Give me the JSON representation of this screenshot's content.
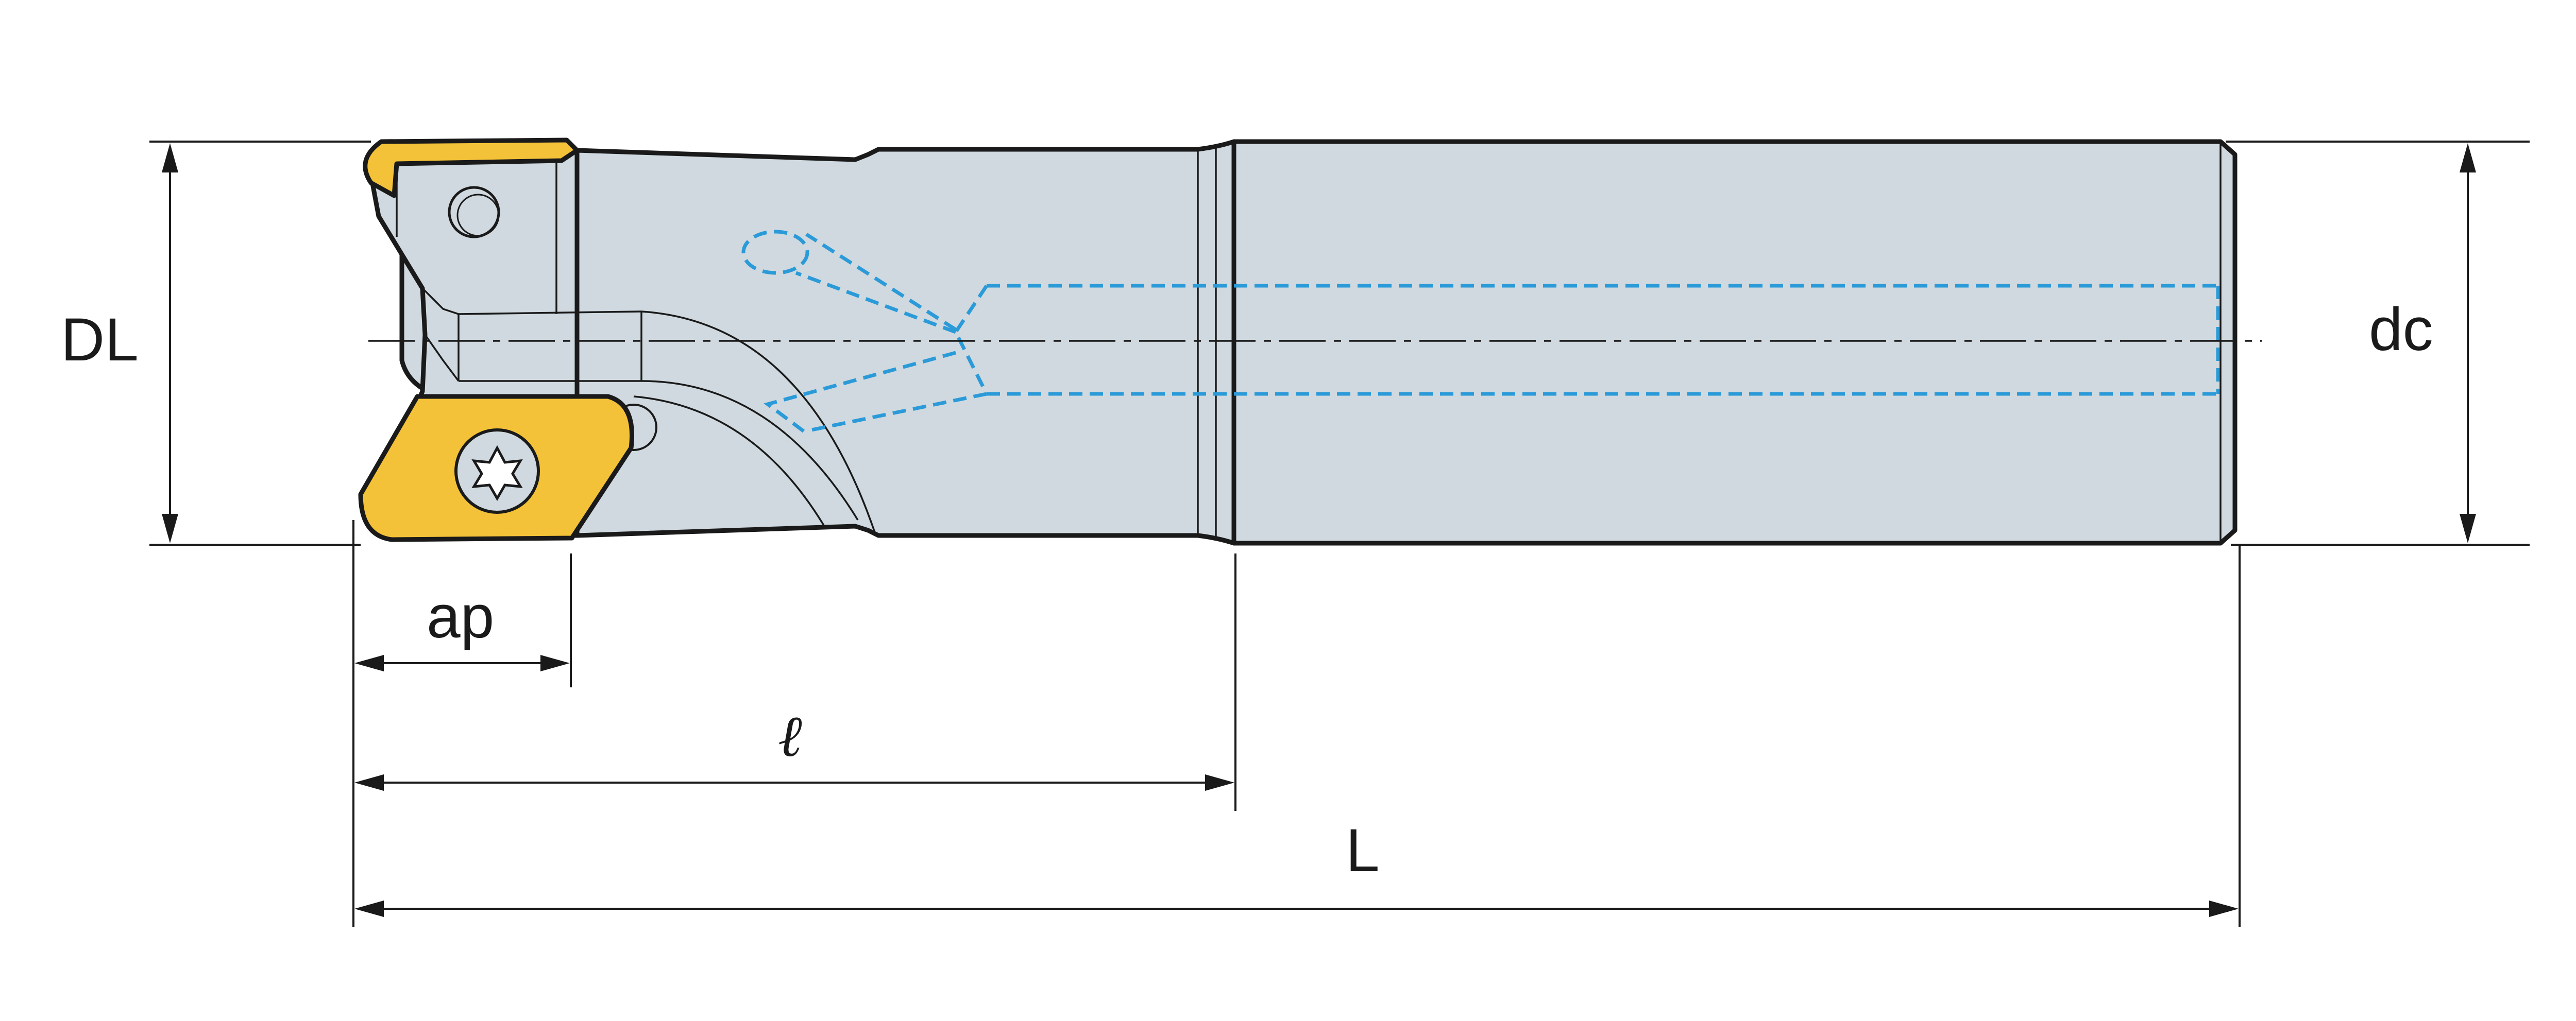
{
  "labels": {
    "DL": "DL",
    "dc": "dc",
    "ap": "ap",
    "l": "ℓ",
    "L": "L"
  },
  "colors": {
    "body": "#cfd9df",
    "insert": "#f4c238",
    "coolant": "#2b9ad8",
    "line": "#1a1a1a"
  },
  "icons": {
    "insert_screw": "torx-screw-icon"
  }
}
